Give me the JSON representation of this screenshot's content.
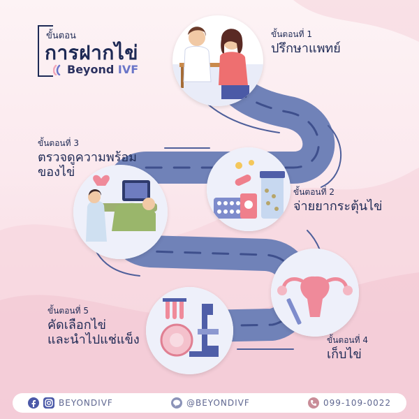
{
  "title": {
    "small": "ขั้นตอน",
    "main": "การฝากไข่"
  },
  "brand": {
    "name_part1": "Beyond",
    "name_part2": "IVF"
  },
  "steps": [
    {
      "head": "ขั้นตอนที่ 1",
      "lines": [
        "ปรึกษาแพทย์"
      ]
    },
    {
      "head": "ขั้นตอนที่ 2",
      "lines": [
        "จ่ายยากระตุ้นไข่"
      ]
    },
    {
      "head": "ขั้นตอนที่ 3",
      "lines": [
        "ตรวจดูความพร้อม",
        "ของไข่"
      ]
    },
    {
      "head": "ขั้นตอนที่ 4",
      "lines": [
        "เก็บไข่"
      ]
    },
    {
      "head": "ขั้นตอนที่ 5",
      "lines": [
        "คัดเลือกไข่",
        "และนำไปแช่แข็ง"
      ]
    }
  ],
  "footer": {
    "social_handle": "BEYONDIVF",
    "line_handle": "@BEYONDIVF",
    "phone": "099-109-0022",
    "icons": [
      "facebook-icon",
      "instagram-icon",
      "line-icon",
      "phone-icon"
    ]
  },
  "colors": {
    "navy": "#1e2a55",
    "road": "#6b7bb0",
    "road_light": "#aeb8dc",
    "pink": "#f7c9d4"
  }
}
